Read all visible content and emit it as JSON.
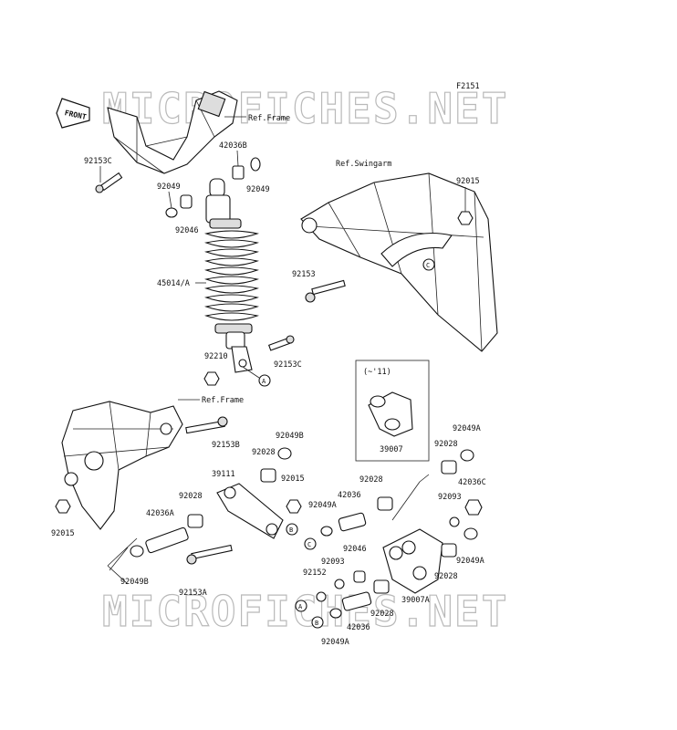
{
  "watermark": {
    "top": "MICROFICHES.NET",
    "bottom": "MICROFICHES.NET"
  },
  "figure_code": "F2151",
  "front_arrow": "FRONT",
  "refs": {
    "frame_top": "Ref.Frame",
    "frame_bottom": "Ref.Frame",
    "swingarm": "Ref.Swingarm"
  },
  "inset": {
    "note": "(~'11)",
    "part": "39007"
  },
  "labels": {
    "p92153C_a": "92153C",
    "p92049_a": "92049",
    "p42036B": "42036B",
    "p92049_b": "92049",
    "p92046_a": "92046",
    "p45014A": "45014/A",
    "p92210": "92210",
    "p92153C_b": "92153C",
    "p92015_a": "92015",
    "p92153": "92153",
    "p92153B": "92153B",
    "p92049B_a": "92049B",
    "p92028_a": "92028",
    "p39111": "39111",
    "p92015_b": "92015",
    "p92028_b": "92028",
    "p42036A": "42036A",
    "p92049B_b": "92049B",
    "p92153A": "92153A",
    "p92015_c": "92015",
    "p92049A_a": "92049A",
    "p42036": "42036",
    "p92028_c": "92028",
    "p92093_a": "92093",
    "p92046_b": "92046",
    "p92152": "92152",
    "p92028_d": "92028",
    "p42036_b": "42036",
    "p92049A_b": "92049A",
    "p92049A_c": "92049A",
    "p92028_e": "92028",
    "p42036C": "42036C",
    "p92093_b": "92093",
    "p92049A_d": "92049A",
    "p92028_f": "92028",
    "p39007A": "39007A"
  },
  "callouts": {
    "A": "A",
    "B": "B",
    "C": "C"
  }
}
